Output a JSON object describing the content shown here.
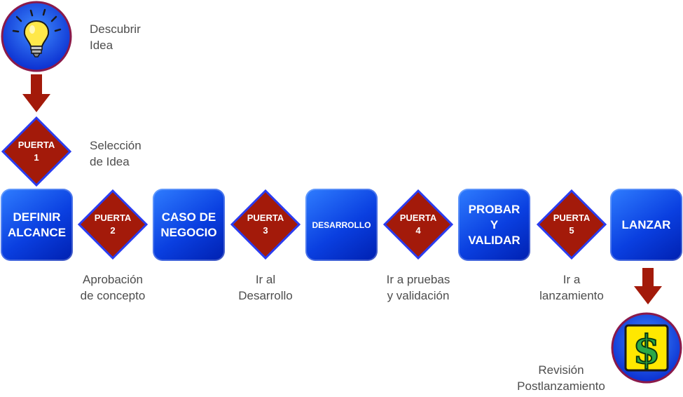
{
  "start": {
    "icon": "lightbulb-icon",
    "caption_line1": "Descubrir",
    "caption_line2": "Idea"
  },
  "gate1": {
    "label": "PUERTA",
    "number": "1",
    "caption_line1": "Selección",
    "caption_line2": "de Idea"
  },
  "stages": [
    {
      "line1": "DEFINIR",
      "line2": "ALCANCE",
      "line3": ""
    },
    {
      "line1": "CASO DE",
      "line2": "NEGOCIO",
      "line3": ""
    },
    {
      "line1": "DESARROLLO",
      "line2": "",
      "line3": ""
    },
    {
      "line1": "PROBAR",
      "line2": "Y",
      "line3": "VALIDAR"
    },
    {
      "line1": "LANZAR",
      "line2": "",
      "line3": ""
    }
  ],
  "gates": [
    {
      "label": "PUERTA",
      "number": "2",
      "caption_line1": "Aprobación",
      "caption_line2": "de concepto"
    },
    {
      "label": "PUERTA",
      "number": "3",
      "caption_line1": "Ir al",
      "caption_line2": "Desarrollo"
    },
    {
      "label": "PUERTA",
      "number": "4",
      "caption_line1": "Ir a pruebas",
      "caption_line2": "y validación"
    },
    {
      "label": "PUERTA",
      "number": "5",
      "caption_line1": "Ir a",
      "caption_line2": "lanzamiento"
    }
  ],
  "end": {
    "icon": "dollar-icon",
    "caption_line1": "Revisión",
    "caption_line2": "Postlanzamiento"
  },
  "colors": {
    "stage_blue": "#0a3fe0",
    "gate_red": "#a31a0a",
    "gate_border": "#2a3cf0",
    "arrow_red": "#a31a0a",
    "circle_border": "#8a1a4a",
    "caption_gray": "#4d4d4d"
  }
}
